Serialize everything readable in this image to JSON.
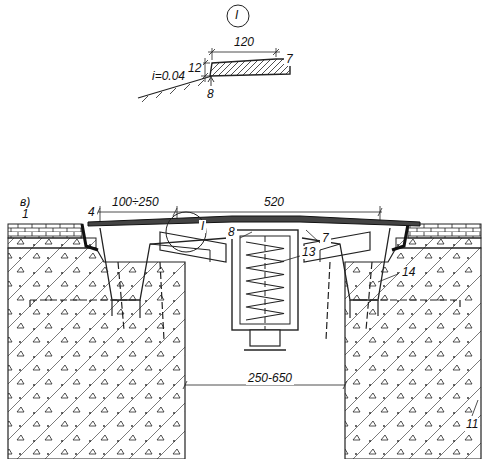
{
  "diagram": {
    "labels": [
      "I",
      "120",
      "7",
      "12",
      "8",
      "i=0.04",
      "в)",
      "100÷250",
      "520",
      "I",
      "1",
      "4",
      "8",
      "13",
      "7",
      "14",
      "250-650",
      "11"
    ]
  }
}
